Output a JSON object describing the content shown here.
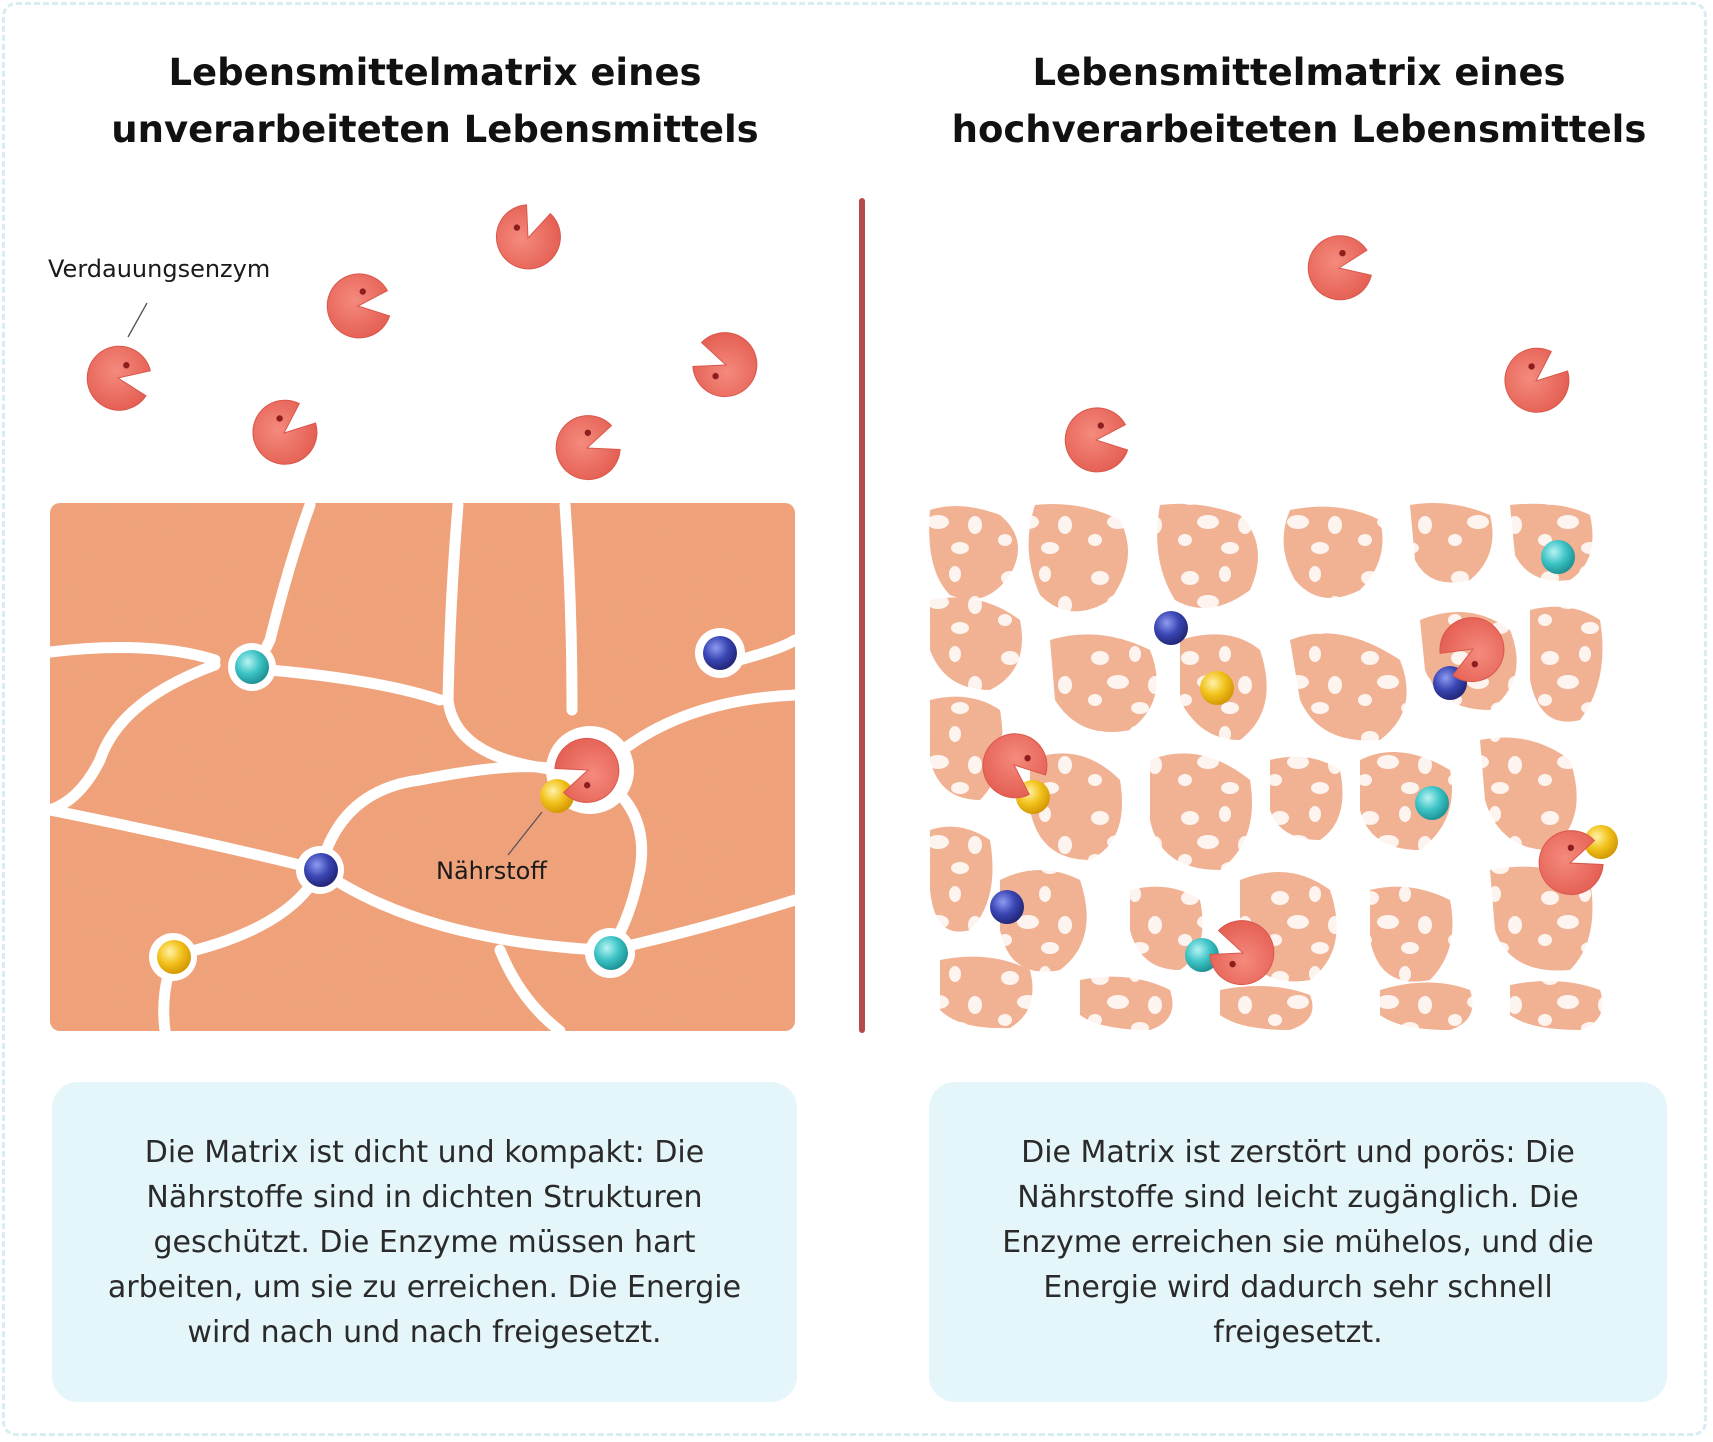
{
  "left_panel": {
    "title_line1": "Lebensmittelmatrix eines",
    "title_line2": "unverarbeiteten Lebensmittels",
    "label_enzyme": "Verdauungsenzym",
    "label_nutrient": "Nährstoff",
    "description": "Die Matrix ist dicht und kompakt: Die Nährstoffe sind in dichten Strukturen geschützt. Die Enzyme müssen hart arbeiten, um sie zu erreichen. Die Energie wird nach und nach freigesetzt."
  },
  "right_panel": {
    "title_line1": "Lebensmittelmatrix eines",
    "title_line2": "hochverarbeiteten Lebensmittels",
    "description": "Die Matrix ist zerstört und porös: Die Nährstoffe sind leicht zugänglich. Die Enzyme erreichen sie mühelos, und die Energie wird dadurch sehr schnell freigesetzt."
  },
  "colors": {
    "matrix": "#f4a57d",
    "matrix_light": "#f6b596",
    "enzyme": "#ec6a5e",
    "nutrient_yellow": "#f2c21b",
    "nutrient_blue": "#3a46b4",
    "nutrient_teal": "#3dc4c6",
    "divider": "#b54a4a",
    "textbox": "#e4f6fa"
  },
  "icons": {
    "enzyme": "enzyme-icon",
    "nutrient": "nutrient-dot"
  }
}
